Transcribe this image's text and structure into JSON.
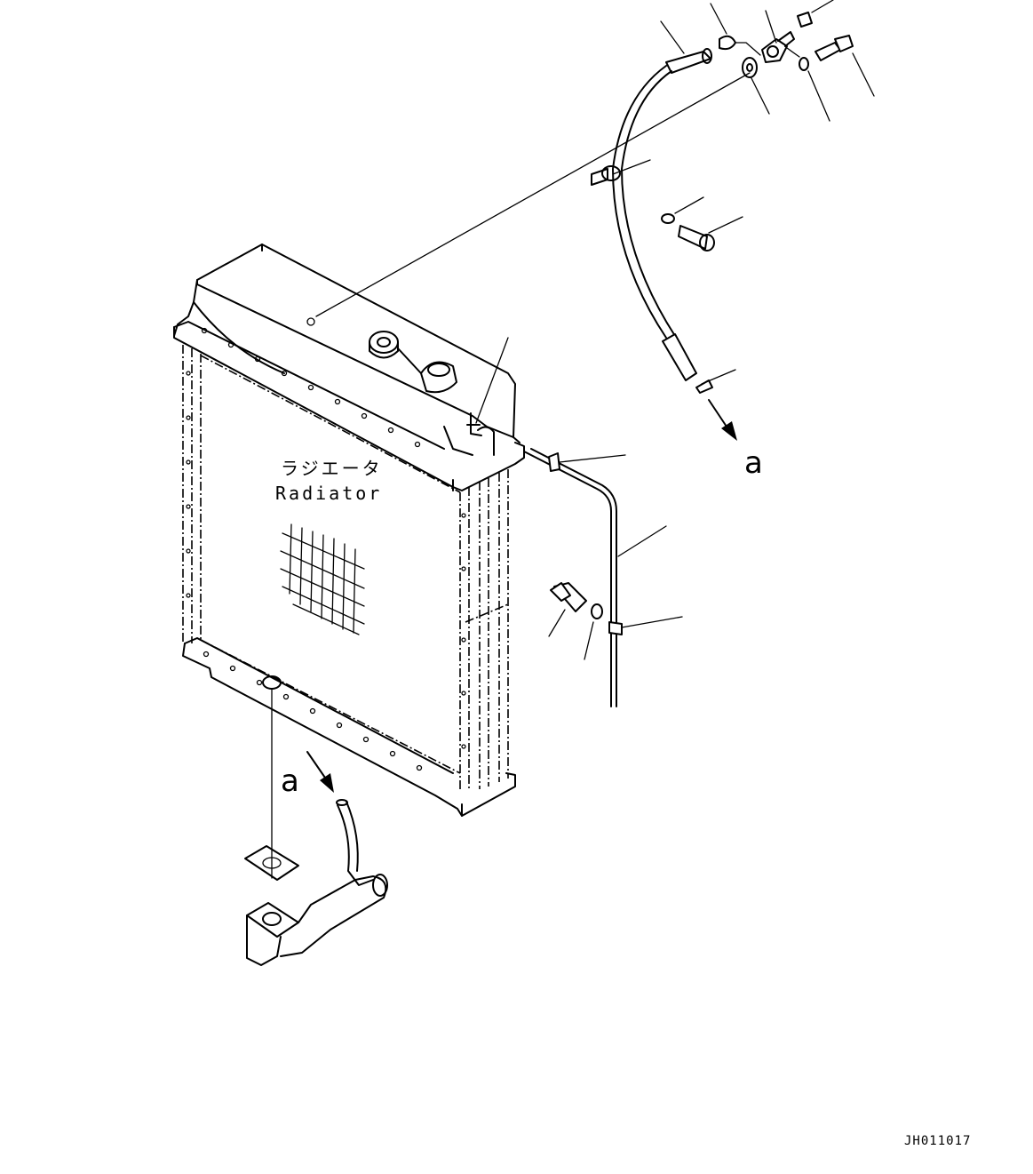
{
  "diagram": {
    "radiator_label_jp": "ラジエータ",
    "radiator_label_en": "Radiator",
    "ref_marker_top": "a",
    "ref_marker_bottom": "a",
    "drawing_code": "JH011017"
  }
}
